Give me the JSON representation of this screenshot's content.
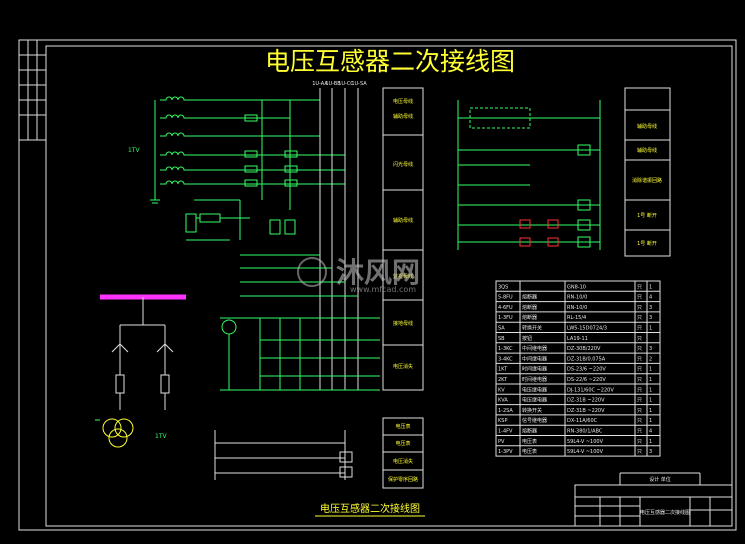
{
  "title": "电压互感器二次接线图",
  "subtitle": "电压互感器二次接线图",
  "watermark": {
    "brand": "沐风网",
    "url": "www.mfcad.com"
  },
  "labels": {
    "pt1": "1TV",
    "pt2": "1TV"
  },
  "bus_labels": [
    "1U-AA",
    "1U-BB",
    "1U-CC",
    "1U-SA"
  ],
  "func_col_center": [
    "电压母线",
    "辅助母线",
    "闪光母线",
    "辅助母线",
    "监视母线",
    "接地母线",
    "电压消失"
  ],
  "func_col_right": [
    "辅助母线",
    "辅助母线",
    "消除谐振回路",
    "1号 断开",
    "1号 断开"
  ],
  "func_col_bottom": [
    "电压表",
    "电压表",
    "电压消失",
    "保护零序回路"
  ],
  "bom": {
    "rows": [
      [
        "3QS",
        "",
        "GN8-10",
        "只",
        "1"
      ],
      [
        "5-8FU",
        "熔断器",
        "RN-10/0",
        "只",
        "4"
      ],
      [
        "4-6FU",
        "熔断器",
        "RN-10/0",
        "只",
        "3"
      ],
      [
        "1-3FU",
        "熔断器",
        "RL-15/4",
        "只",
        "3"
      ],
      [
        "SA",
        "转换开关",
        "LW5-15D0724/3",
        "只",
        "1"
      ],
      [
        "SB",
        "按钮",
        "LA19-11",
        "只",
        ""
      ],
      [
        "1-3KC",
        "中间继电器",
        "DZ-30B/220V",
        "只",
        "3"
      ],
      [
        "3-4KC",
        "中间继电器",
        "DZ-31B/0.075A",
        "只",
        "2"
      ],
      [
        "1KT",
        "时间继电器",
        "DS-23/6 ~220V",
        "只",
        "1"
      ],
      [
        "2KT",
        "时间继电器",
        "DS-22/6 ~220V",
        "只",
        "1"
      ],
      [
        "KV",
        "电压继电器",
        "DJ-131/60C ~220V",
        "只",
        "1"
      ],
      [
        "KVA",
        "电压继电器",
        "DZ-31B ~220V",
        "只",
        "1"
      ],
      [
        "1-2SA",
        "转换开关",
        "DZ-31B ~220V",
        "只",
        "1"
      ],
      [
        "KSP",
        "信号继电器",
        "DX-11A/60C",
        "只",
        "1"
      ],
      [
        "1-4FV",
        "熔断器",
        "RN-380/1/ABC",
        "只",
        "4"
      ],
      [
        "PV",
        "电压表",
        "59L4-V ~100V",
        "只",
        "1"
      ],
      [
        "1-3PV",
        "电压表",
        "59L4-V ~100V",
        "只",
        "3"
      ]
    ]
  },
  "title_block": {
    "drawing_name": "电压互感器二次接线图",
    "header": "设计 单位"
  },
  "colors": {
    "background": "#000000",
    "title": "#ffff33",
    "wire": "#33ff66",
    "frame": "#e0e0e0",
    "bus": "#ff33ff",
    "highlight": "#ff3333"
  }
}
